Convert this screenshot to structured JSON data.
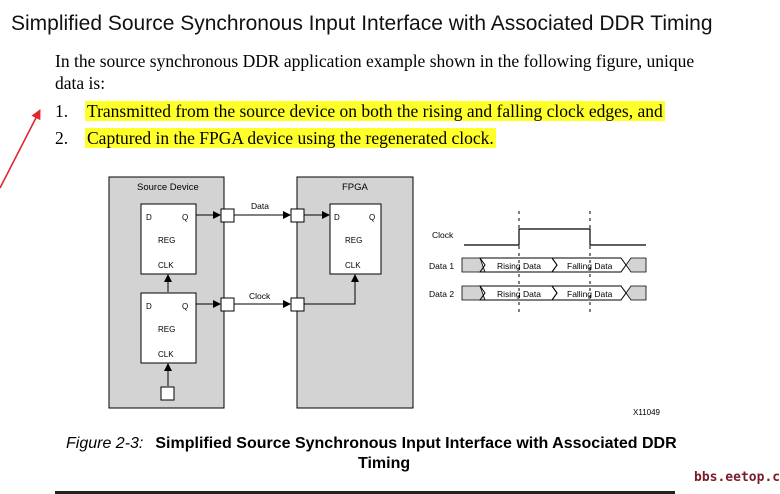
{
  "doc": {
    "heading": "Simplified Source Synchronous Input Interface with Associated DDR Timing",
    "intro": "In the source synchronous DDR application example shown in the following figure, unique data is:",
    "items": [
      {
        "num": "1.",
        "text": "Transmitted from the source device on both the rising and falling clock edges, and"
      },
      {
        "num": "2.",
        "text": "Captured in the FPGA device using the regenerated clock."
      }
    ]
  },
  "figure": {
    "source_device_label": "Source Device",
    "fpga_label": "FPGA",
    "reg_d": "D",
    "reg_q": "Q",
    "reg_label": "REG",
    "reg_clk": "CLK",
    "data_label": "Data",
    "clock_label": "Clock",
    "timing": {
      "clock_label": "Clock",
      "data1_label": "Data 1",
      "data2_label": "Data 2",
      "rising": "Rising Data",
      "falling": "Falling Data"
    },
    "figure_id": "X11049"
  },
  "caption": {
    "label": "Figure 2-3:",
    "title": "Simplified Source Synchronous Input Interface with Associated DDR",
    "title_line2": "Timing"
  },
  "watermark": "bbs.eetop.cn",
  "colors": {
    "highlight": "#ffff2a",
    "block_fill": "#d3d3d3",
    "annotation_arrow": "#e0262e",
    "watermark": "#7a1b2a"
  }
}
